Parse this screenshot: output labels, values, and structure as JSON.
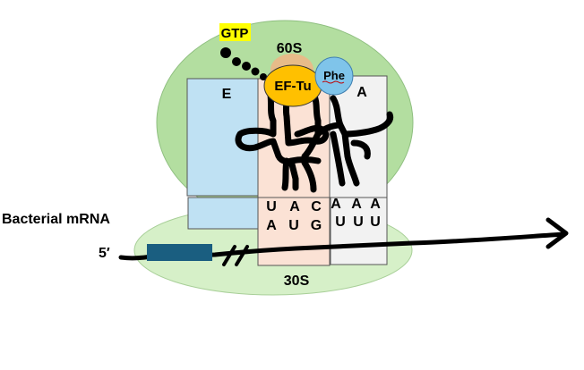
{
  "labels": {
    "gtp": "GTP",
    "large_subunit": "60S",
    "small_subunit": "30S",
    "ef_tu": "EF-Tu",
    "phe": "Phe",
    "site_e": "E",
    "site_a": "A",
    "mrna_title": "Bacterial mRNA",
    "five_prime": "5′"
  },
  "codons": {
    "p_anticodon": [
      "U",
      "A",
      "C"
    ],
    "p_codon": [
      "A",
      "U",
      "G"
    ],
    "a_anticodon": [
      "A",
      "A",
      "A"
    ],
    "a_codon": [
      "U",
      "U",
      "U"
    ]
  },
  "colors": {
    "large_subunit": "#b3dea0",
    "small_subunit": "#d6f0c8",
    "e_site": "#bfe1f3",
    "p_site": "#fbe2d5",
    "a_site": "#f2f2f2",
    "ef_tu": "#ffc000",
    "phe": "#7fc4ea",
    "gtp_highlight": "#ffff00",
    "shine_dalgarno": "#1a5e80",
    "ink": "#000000"
  }
}
